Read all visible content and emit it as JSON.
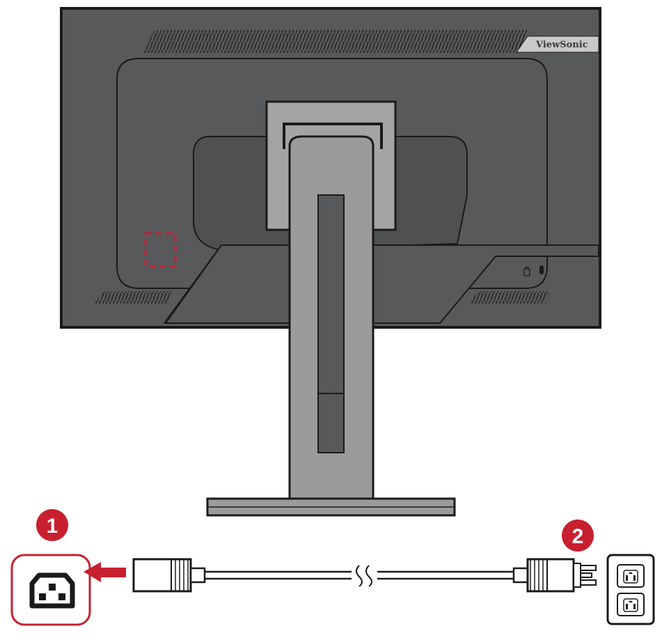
{
  "brand": {
    "label": "ViewSonic"
  },
  "steps": [
    {
      "number": "1"
    },
    {
      "number": "2"
    }
  ],
  "colors": {
    "accent": "#c8202f",
    "monitor_body": "#58595b",
    "stand": "#9b9b9c",
    "outline": "#1a1a1a"
  },
  "icons": {
    "power_port": "ac-power-inlet-icon",
    "wall_outlet": "wall-outlet-icon",
    "cable_break": "cable-break-icon",
    "insert_arrow": "arrow-left-icon",
    "lock_slot": "kensington-lock-icon"
  }
}
